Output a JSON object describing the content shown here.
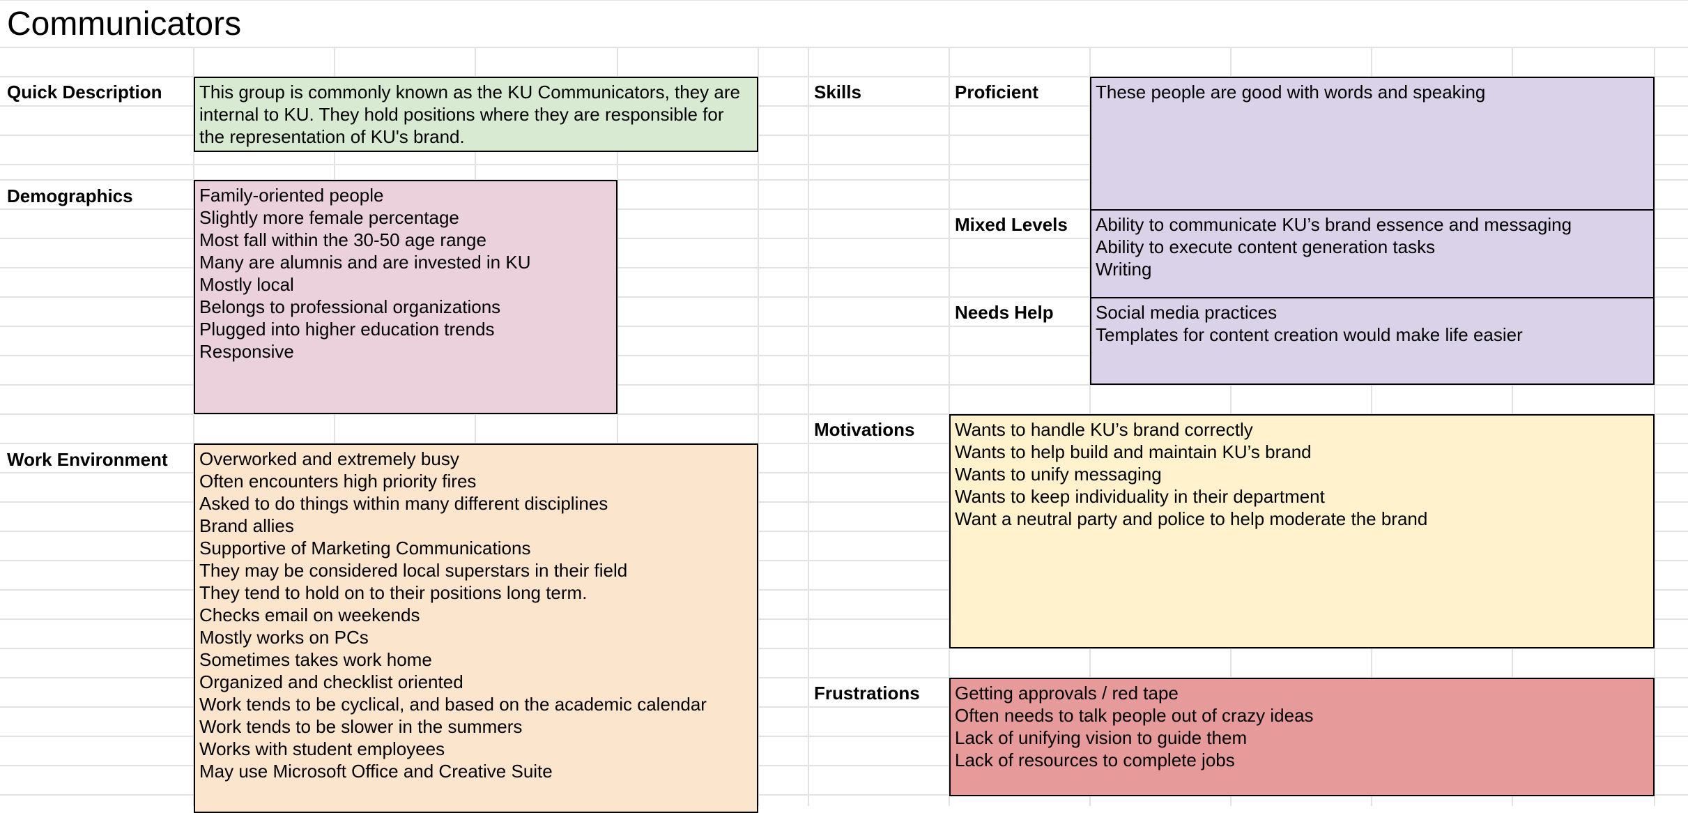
{
  "sheet": {
    "title": "Communicators"
  },
  "colors": {
    "quick_description": "#d9ead3",
    "demographics": "#ead1dc",
    "work_environment": "#fce5cd",
    "skills": "#d9d2e9",
    "motivations": "#fff2cc",
    "frustrations": "#e69a9a",
    "gridline": "#e2e2e2"
  },
  "quick_description": {
    "label": "Quick Description",
    "text": "This group is commonly known as the KU Communicators, they are internal to KU. They hold positions where they are responsible for the representation of KU's brand."
  },
  "demographics": {
    "label": "Demographics",
    "items": [
      "Family-oriented people",
      "Slightly more female percentage",
      "Most fall within the 30-50 age range",
      "Many are alumnis and are invested in KU",
      "Mostly local",
      "Belongs to professional organizations",
      "Plugged into higher education trends",
      "Responsive"
    ]
  },
  "work_environment": {
    "label": "Work Environment",
    "items": [
      "Overworked and extremely busy",
      "Often encounters high priority fires",
      "Asked to do things within many different disciplines",
      "Brand allies",
      "Supportive of Marketing Communications",
      "They may be considered local superstars in their field",
      "They tend to hold on to their positions long term.",
      "Checks email on weekends",
      "Mostly works on PCs",
      "Sometimes takes work home",
      "Organized and checklist oriented",
      "Work tends to be cyclical, and based on the academic calendar",
      "Work tends to be slower in the summers",
      "Works with student employees",
      "May use Microsoft Office and Creative Suite"
    ]
  },
  "skills": {
    "label": "Skills",
    "proficient": {
      "label": "Proficient",
      "items": [
        "These people are good with words and speaking"
      ]
    },
    "mixed_levels": {
      "label": "Mixed Levels",
      "items": [
        "Ability to communicate KU’s brand essence and messaging",
        "Ability to execute content generation tasks",
        "Writing"
      ]
    },
    "needs_help": {
      "label": "Needs Help",
      "items": [
        "Social media practices",
        "Templates for content creation would make life easier"
      ]
    }
  },
  "motivations": {
    "label": "Motivations",
    "items": [
      "Wants to handle KU’s brand correctly",
      "Wants to help build and maintain KU’s brand",
      "Wants to unify messaging",
      "Wants to keep individuality in their department",
      "Want a neutral party and police to help moderate the brand"
    ]
  },
  "frustrations": {
    "label": "Frustrations",
    "items": [
      "Getting approvals / red tape",
      "Often needs to talk people out of crazy ideas",
      "Lack of unifying vision to guide them",
      "Lack of resources to complete jobs"
    ]
  }
}
